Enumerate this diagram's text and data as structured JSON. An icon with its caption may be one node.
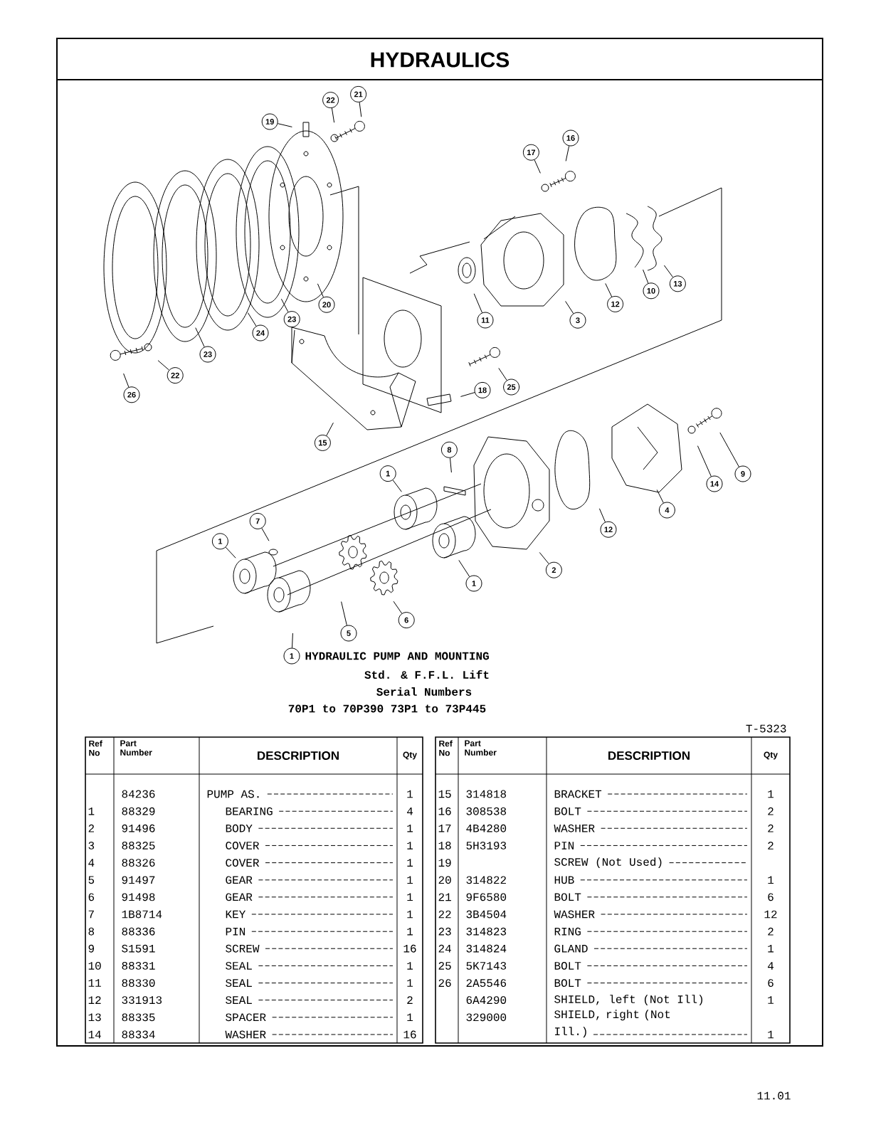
{
  "diagram": {
    "title": "HYDRAULICS",
    "caption": "HYDRAULIC PUMP AND MOUNTING",
    "nodes": [
      {
        "text": [
          "21"
        ]
      },
      {
        "text": [
          "22"
        ]
      },
      {
        "text": [
          "19"
        ]
      },
      {
        "text": [
          "16"
        ]
      },
      {
        "text": [
          "17"
        ]
      },
      {
        "text": [
          "13"
        ]
      },
      {
        "text": [
          "10"
        ]
      },
      {
        "text": [
          "20"
        ]
      },
      {
        "text": [
          "23"
        ]
      },
      {
        "text": [
          "12"
        ]
      },
      {
        "text": [
          "11"
        ]
      },
      {
        "text": [
          "3"
        ]
      },
      {
        "text": [
          "24"
        ]
      },
      {
        "text": [
          "23"
        ]
      },
      {
        "text": [
          "22"
        ]
      },
      {
        "text": [
          "26"
        ]
      },
      {
        "text": [
          "25"
        ]
      },
      {
        "text": [
          "18"
        ]
      },
      {
        "text": [
          "15"
        ]
      },
      {
        "text": [
          "8"
        ]
      },
      {
        "text": [
          "9"
        ]
      },
      {
        "text": [
          "14"
        ]
      },
      {
        "text": [
          "1"
        ]
      },
      {
        "text": [
          "4"
        ]
      },
      {
        "text": [
          "12"
        ]
      },
      {
        "text": [
          "7"
        ]
      },
      {
        "text": [
          "1"
        ]
      },
      {
        "text": [
          "2"
        ]
      },
      {
        "text": [
          "1"
        ]
      },
      {
        "text": [
          "6"
        ]
      },
      {
        "text": [
          "5"
        ]
      },
      {
        "text": [
          "1"
        ]
      }
    ],
    "edges": [
      {
        "from": 0,
        "to": null,
        "arrow": "none"
      },
      {
        "from": 1,
        "to": null,
        "arrow": "none"
      },
      {
        "from": 2,
        "to": null,
        "arrow": "none"
      },
      {
        "from": 3,
        "to": null,
        "arrow": "none"
      },
      {
        "from": 4,
        "to": null,
        "arrow": "none"
      },
      {
        "from": 5,
        "to": null,
        "arrow": "none"
      },
      {
        "from": 6,
        "to": null,
        "arrow": "none"
      },
      {
        "from": 7,
        "to": null,
        "arrow": "none"
      },
      {
        "from": 8,
        "to": null,
        "arrow": "none"
      },
      {
        "from": 9,
        "to": null,
        "arrow": "none"
      },
      {
        "from": 10,
        "to": null,
        "arrow": "none"
      },
      {
        "from": 11,
        "to": null,
        "arrow": "none"
      },
      {
        "from": 12,
        "to": null,
        "arrow": "none"
      },
      {
        "from": 13,
        "to": null,
        "arrow": "none"
      },
      {
        "from": 14,
        "to": null,
        "arrow": "none"
      },
      {
        "from": 15,
        "to": null,
        "arrow": "none"
      },
      {
        "from": 16,
        "to": null,
        "arrow": "none"
      },
      {
        "from": 17,
        "to": null,
        "arrow": "none"
      },
      {
        "from": 18,
        "to": null,
        "arrow": "none"
      },
      {
        "from": 19,
        "to": null,
        "arrow": "none"
      },
      {
        "from": 20,
        "to": null,
        "arrow": "none"
      },
      {
        "from": 21,
        "to": null,
        "arrow": "none"
      },
      {
        "from": 22,
        "to": null,
        "arrow": "none"
      },
      {
        "from": 23,
        "to": null,
        "arrow": "none"
      },
      {
        "from": 24,
        "to": null,
        "arrow": "none"
      },
      {
        "from": 25,
        "to": null,
        "arrow": "none"
      },
      {
        "from": 26,
        "to": null,
        "arrow": "none"
      },
      {
        "from": 27,
        "to": null,
        "arrow": "none"
      },
      {
        "from": 28,
        "to": null,
        "arrow": "none"
      },
      {
        "from": 29,
        "to": null,
        "arrow": "none"
      },
      {
        "from": 30,
        "to": null,
        "arrow": "none"
      },
      {
        "from": 31,
        "to": null,
        "arrow": "none"
      }
    ],
    "labels": [
      "Std. & F.F.L. Lift",
      "Serial Numbers",
      "70P1 to 70P390 73P1 to 73P445",
      "T-5323",
      "Ref No",
      "Part Number",
      "DESCRIPTION",
      "Qty",
      "84236",
      "PUMP AS.",
      "1",
      "1",
      "88329",
      "BEARING",
      "4",
      "2",
      "91496",
      "BODY",
      "1",
      "3",
      "88325",
      "COVER",
      "1",
      "4",
      "88326",
      "COVER",
      "1",
      "5",
      "91497",
      "GEAR",
      "1",
      "6",
      "91498",
      "GEAR",
      "1",
      "7",
      "1B8714",
      "KEY",
      "1",
      "8",
      "88336",
      "PIN",
      "1",
      "9",
      "S1591",
      "SCREW",
      "16",
      "10",
      "88331",
      "SEAL",
      "1",
      "11",
      "88330",
      "SEAL",
      "1",
      "12",
      "331913",
      "SEAL",
      "2",
      "13",
      "88335",
      "SPACER",
      "1",
      "14",
      "88334",
      "WASHER",
      "16",
      "Ref No",
      "Part Number",
      "DESCRIPTION",
      "Qty",
      "15",
      "314818",
      "BRACKET",
      "1",
      "16",
      "308538",
      "BOLT",
      "2",
      "17",
      "4B4280",
      "WASHER",
      "2",
      "18",
      "5H3193",
      "PIN",
      "2",
      "19",
      "SCREW (Not Used)",
      "20",
      "314822",
      "HUB",
      "1",
      "21",
      "9F6580",
      "BOLT",
      "6",
      "22",
      "3B4504",
      "WASHER",
      "12",
      "23",
      "314823",
      "RING",
      "2",
      "24",
      "314824",
      "GLAND",
      "1",
      "25",
      "5K7143",
      "BOLT",
      "4",
      "26",
      "2A5546",
      "BOLT",
      "6",
      "6A4290",
      "SHIELD, left (Not Ill)",
      "1",
      "329000",
      "SHIELD, right (Not Ill.)",
      "1",
      "11.01"
    ]
  }
}
